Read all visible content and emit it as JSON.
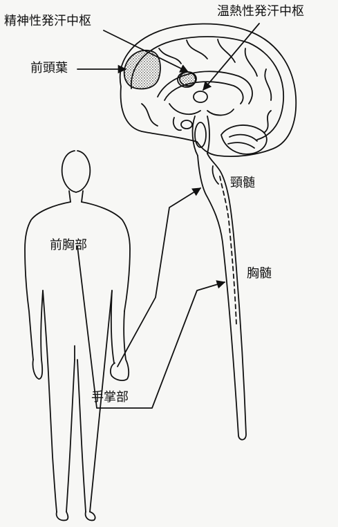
{
  "diagram": {
    "labels": {
      "mental_sweat_center": "精神性発汗中枢",
      "thermal_sweat_center": "温熱性発汗中枢",
      "frontal_lobe": "前頭葉",
      "cervical_cord": "頸髄",
      "anterior_chest": "前胸部",
      "thoracic_cord": "胸髄",
      "palm": "手掌部"
    },
    "colors": {
      "line": "#111111",
      "background": "#f7f7f5"
    }
  }
}
